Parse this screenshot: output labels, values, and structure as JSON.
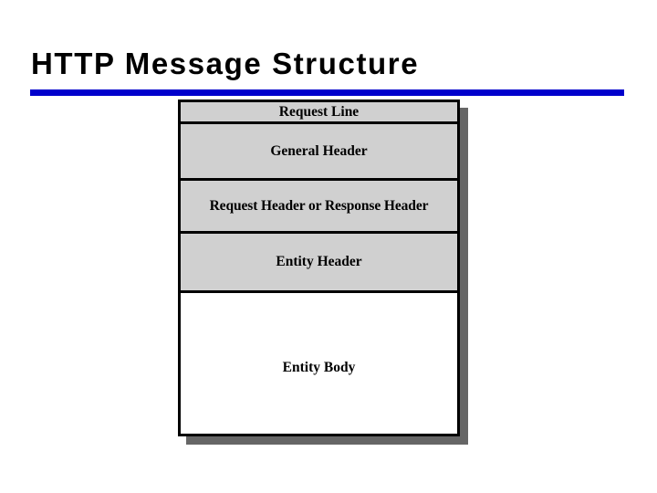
{
  "slide": {
    "title": "HTTP Message Structure",
    "accent_color": "#0000cc",
    "background_color": "#ffffff",
    "text_color": "#000000"
  },
  "diagram": {
    "name": "http-message-structure-stack",
    "fill_color": "#d0d0d0",
    "body_fill_color": "#ffffff",
    "border_color": "#000000",
    "shadow_color": "#666666",
    "rows": [
      {
        "label": "Request Line"
      },
      {
        "label": "General Header"
      },
      {
        "label": "Request Header or Response Header"
      },
      {
        "label": "Entity Header"
      },
      {
        "label": "Entity Body"
      }
    ]
  }
}
